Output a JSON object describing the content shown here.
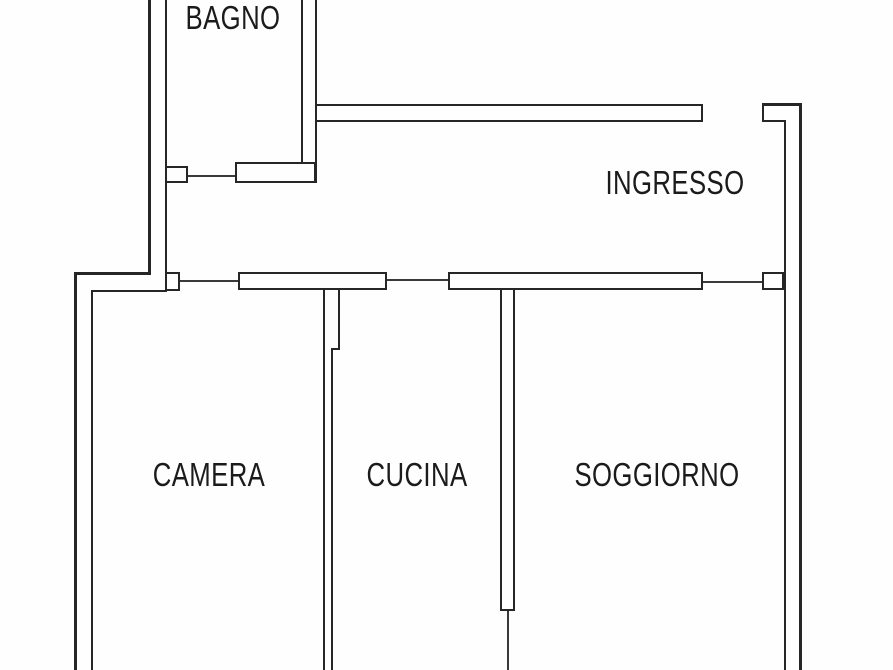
{
  "floor_plan": {
    "type": "apartment-floor-plan",
    "background_color": "#fefefe",
    "wall_color": "#262626",
    "text_color": "#1b1b1b",
    "rooms": [
      {
        "id": "bagno",
        "label": "BAGNO"
      },
      {
        "id": "ingresso",
        "label": "INGRESSO"
      },
      {
        "id": "camera",
        "label": "CAMERA"
      },
      {
        "id": "cucina",
        "label": "CUCINA"
      },
      {
        "id": "soggiorno",
        "label": "SOGGIORNO"
      }
    ]
  }
}
